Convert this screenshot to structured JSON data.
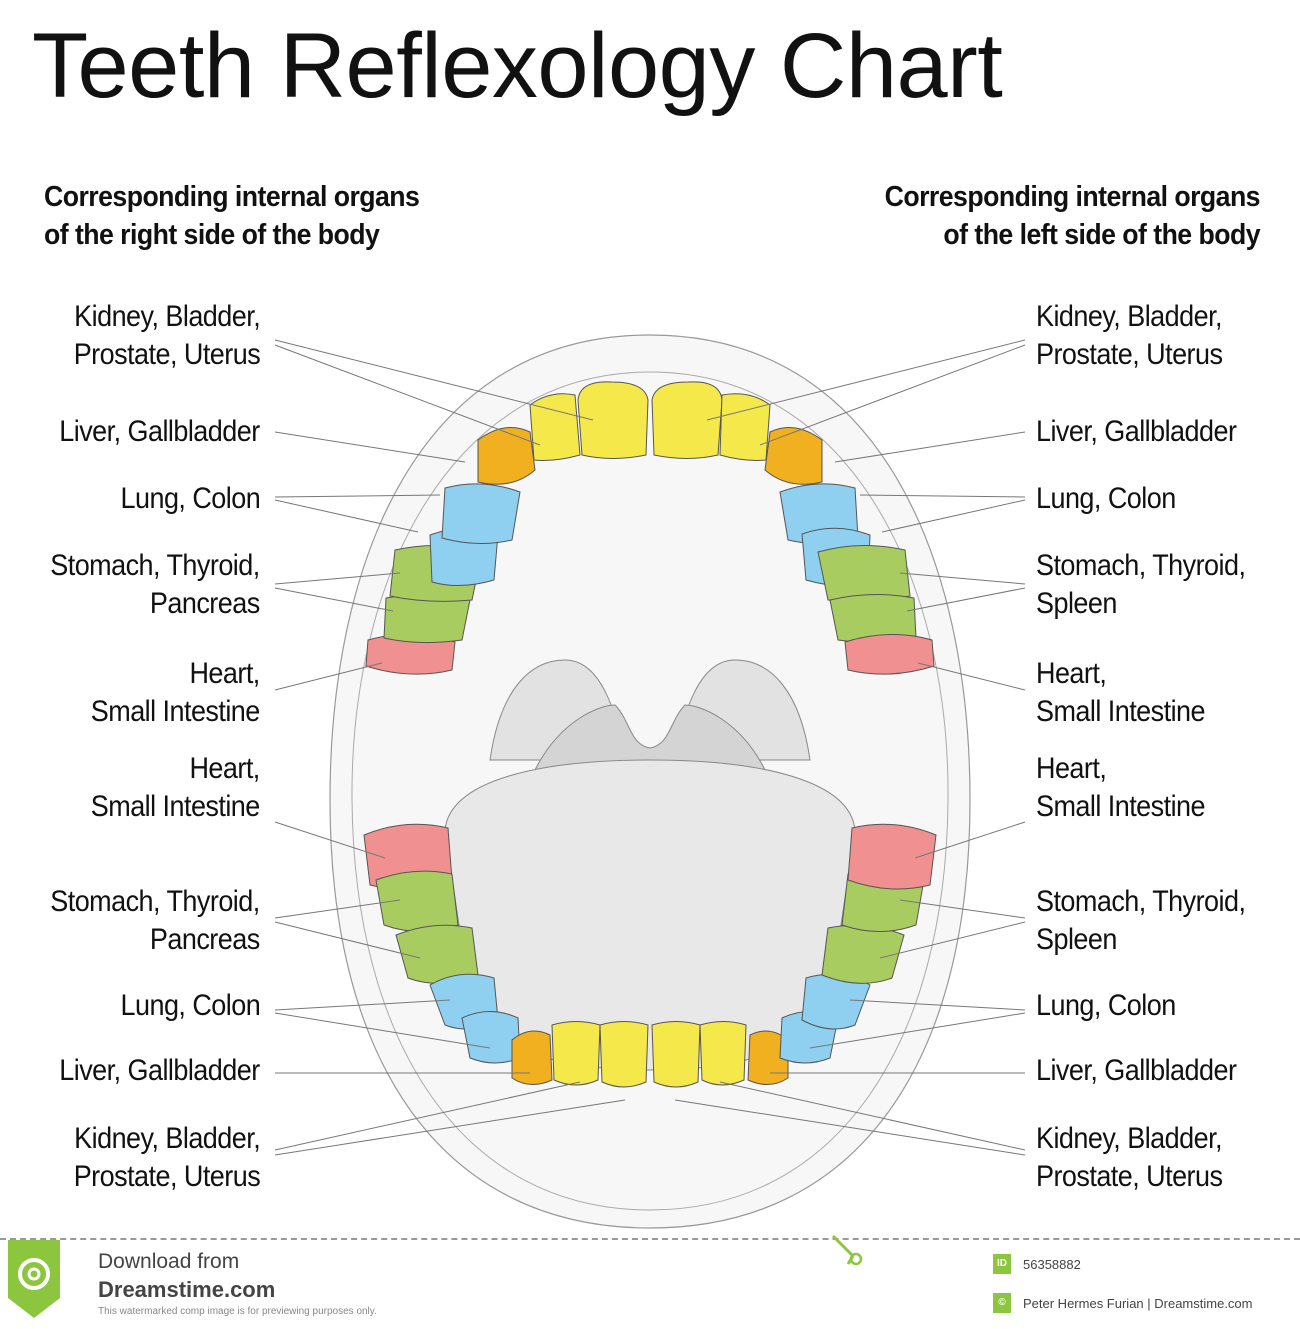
{
  "title": "Teeth Reflexology Chart",
  "headers": {
    "left": [
      "Corresponding internal organs",
      "of the right side of the body"
    ],
    "right": [
      "Corresponding internal organs",
      "of the left side of the body"
    ]
  },
  "labels": {
    "left": [
      [
        "Kidney, Bladder,",
        "Prostate, Uterus"
      ],
      [
        "Liver, Gallbladder"
      ],
      [
        "Lung, Colon"
      ],
      [
        "Stomach, Thyroid,",
        "Pancreas"
      ],
      [
        "Heart,",
        "Small Intestine"
      ],
      [
        "Heart,",
        "Small Intestine"
      ],
      [
        "Stomach, Thyroid,",
        "Pancreas"
      ],
      [
        "Lung, Colon"
      ],
      [
        "Liver, Gallbladder"
      ],
      [
        "Kidney, Bladder,",
        "Prostate, Uterus"
      ]
    ],
    "right": [
      [
        "Kidney, Bladder,",
        "Prostate, Uterus"
      ],
      [
        "Liver, Gallbladder"
      ],
      [
        "Lung, Colon"
      ],
      [
        "Stomach, Thyroid,",
        "Spleen"
      ],
      [
        "Heart,",
        "Small Intestine"
      ],
      [
        "Heart,",
        "Small Intestine"
      ],
      [
        "Stomach, Thyroid,",
        "Spleen"
      ],
      [
        "Lung, Colon"
      ],
      [
        "Liver, Gallbladder"
      ],
      [
        "Kidney, Bladder,",
        "Prostate, Uterus"
      ]
    ]
  },
  "colors": {
    "kidney": "#f5e84a",
    "liver": "#f0b020",
    "lung": "#8fd0f0",
    "stomach": "#a8cc60",
    "heart": "#f09090"
  },
  "footer": {
    "download": "Download from",
    "site": "Dreamstime.com",
    "notice": "This watermarked comp image is for previewing purposes only.",
    "id_badge": "ID",
    "id": "56358882",
    "credit": "Peter Hermes Furian | Dreamstime.com"
  }
}
